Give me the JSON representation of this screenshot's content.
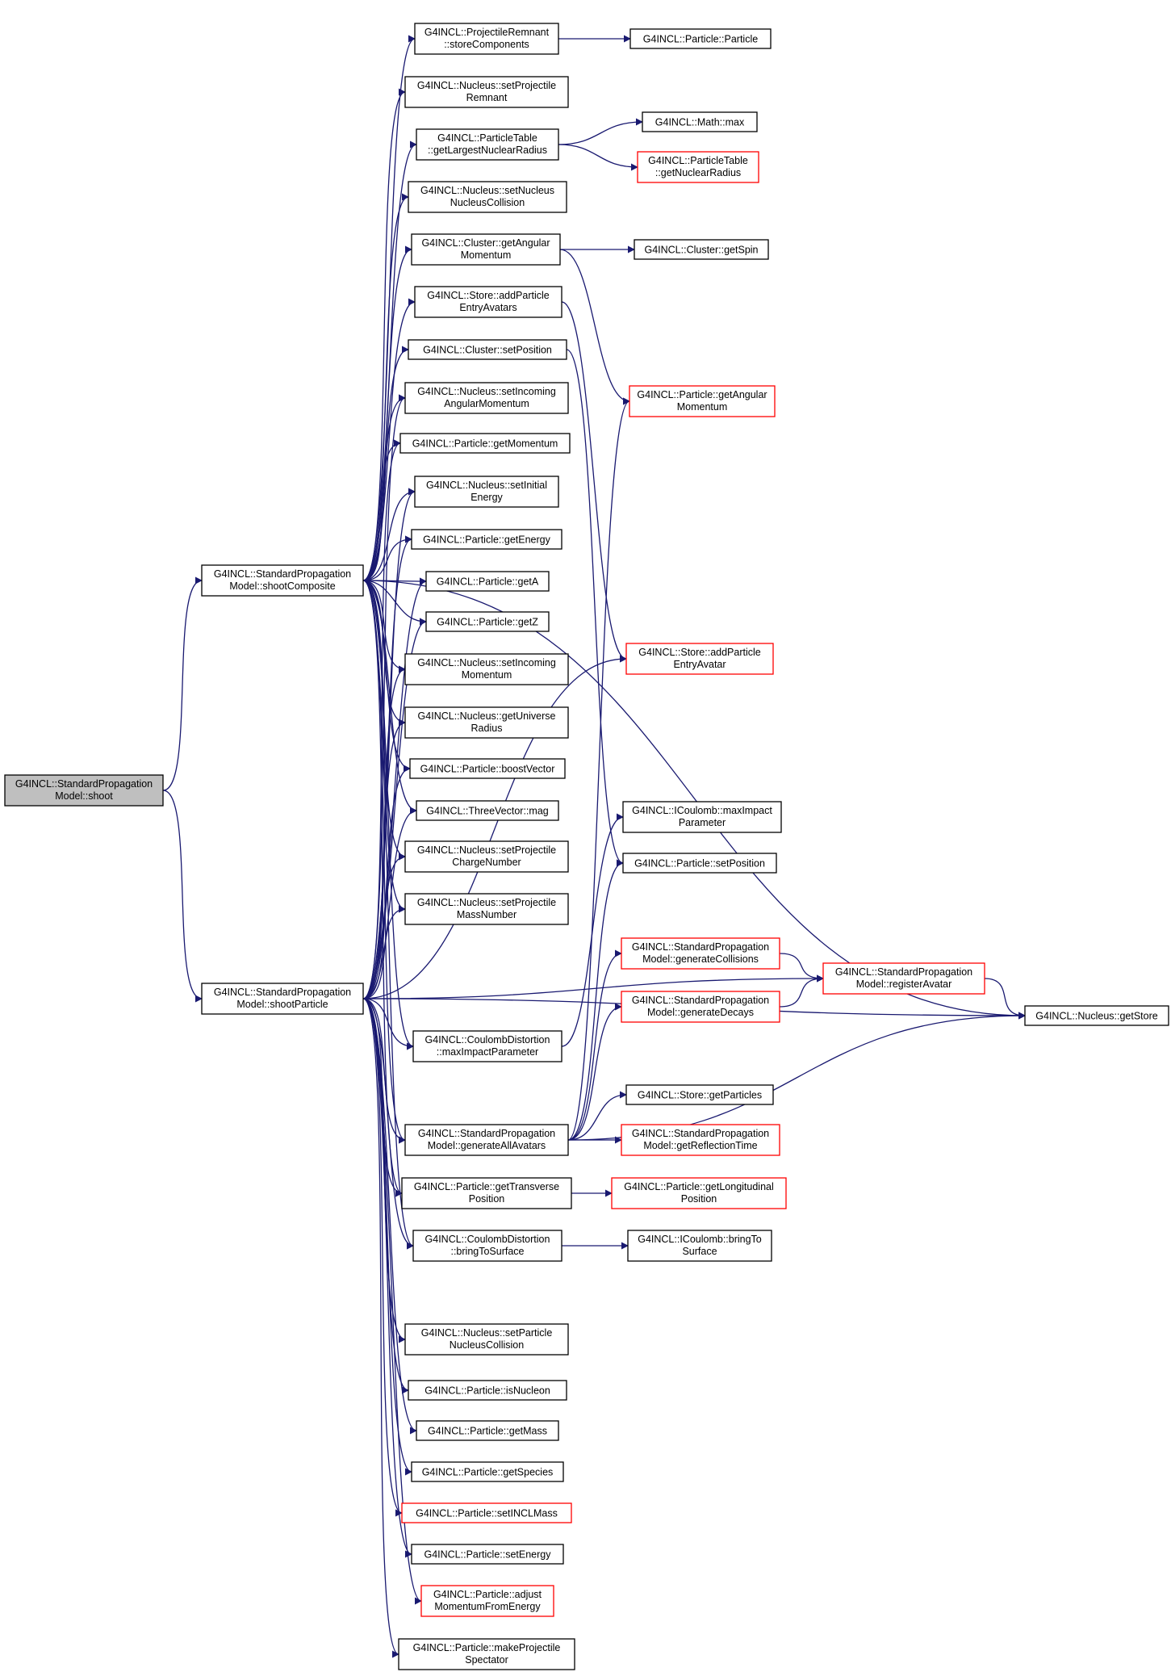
{
  "nodes": {
    "shoot": {
      "line1": "G4INCL::StandardPropagation",
      "line2": "Model::shoot"
    },
    "shootComposite": {
      "line1": "G4INCL::StandardPropagation",
      "line2": "Model::shootComposite"
    },
    "shootParticle": {
      "line1": "G4INCL::StandardPropagation",
      "line2": "Model::shootParticle"
    },
    "storeComponents": {
      "line1": "G4INCL::ProjectileRemnant",
      "line2": "::storeComponents"
    },
    "particleCtor": {
      "line1": "G4INCL::Particle::Particle"
    },
    "setProjectileRemnant": {
      "line1": "G4INCL::Nucleus::setProjectile",
      "line2": "Remnant"
    },
    "getLargestNuclearRadius": {
      "line1": "G4INCL::ParticleTable",
      "line2": "::getLargestNuclearRadius"
    },
    "mathMax": {
      "line1": "G4INCL::Math::max"
    },
    "getNuclearRadius": {
      "line1": "G4INCL::ParticleTable",
      "line2": "::getNuclearRadius"
    },
    "setNucleusNucleusCollision": {
      "line1": "G4INCL::Nucleus::setNucleus",
      "line2": "NucleusCollision"
    },
    "clusterGetAngularMomentum": {
      "line1": "G4INCL::Cluster::getAngular",
      "line2": "Momentum"
    },
    "clusterGetSpin": {
      "line1": "G4INCL::Cluster::getSpin"
    },
    "addParticleEntryAvatars": {
      "line1": "G4INCL::Store::addParticle",
      "line2": "EntryAvatars"
    },
    "clusterSetPosition": {
      "line1": "G4INCL::Cluster::setPosition"
    },
    "particleGetAngularMomentum": {
      "line1": "G4INCL::Particle::getAngular",
      "line2": "Momentum"
    },
    "setIncomingAngularMomentum": {
      "line1": "G4INCL::Nucleus::setIncoming",
      "line2": "AngularMomentum"
    },
    "getMomentum": {
      "line1": "G4INCL::Particle::getMomentum"
    },
    "setInitialEnergy": {
      "line1": "G4INCL::Nucleus::setInitial",
      "line2": "Energy"
    },
    "getEnergy": {
      "line1": "G4INCL::Particle::getEnergy"
    },
    "getA": {
      "line1": "G4INCL::Particle::getA"
    },
    "getZ": {
      "line1": "G4INCL::Particle::getZ"
    },
    "addParticleEntryAvatar": {
      "line1": "G4INCL::Store::addParticle",
      "line2": "EntryAvatar"
    },
    "setIncomingMomentum": {
      "line1": "G4INCL::Nucleus::setIncoming",
      "line2": "Momentum"
    },
    "getUniverseRadius": {
      "line1": "G4INCL::Nucleus::getUniverse",
      "line2": "Radius"
    },
    "boostVector": {
      "line1": "G4INCL::Particle::boostVector"
    },
    "threeVectorMag": {
      "line1": "G4INCL::ThreeVector::mag"
    },
    "iCoulombMaxImpactParameter": {
      "line1": "G4INCL::ICoulomb::maxImpact",
      "line2": "Parameter"
    },
    "setProjectileChargeNumber": {
      "line1": "G4INCL::Nucleus::setProjectile",
      "line2": "ChargeNumber"
    },
    "particleSetPosition": {
      "line1": "G4INCL::Particle::setPosition"
    },
    "setProjectileMassNumber": {
      "line1": "G4INCL::Nucleus::setProjectile",
      "line2": "MassNumber"
    },
    "generateCollisions": {
      "line1": "G4INCL::StandardPropagation",
      "line2": "Model::generateCollisions"
    },
    "registerAvatar": {
      "line1": "G4INCL::StandardPropagation",
      "line2": "Model::registerAvatar"
    },
    "generateDecays": {
      "line1": "G4INCL::StandardPropagation",
      "line2": "Model::generateDecays"
    },
    "getStore": {
      "line1": "G4INCL::Nucleus::getStore"
    },
    "coulombMaxImpactParameter": {
      "line1": "G4INCL::CoulombDistortion",
      "line2": "::maxImpactParameter"
    },
    "storeGetParticles": {
      "line1": "G4INCL::Store::getParticles"
    },
    "generateAllAvatars": {
      "line1": "G4INCL::StandardPropagation",
      "line2": "Model::generateAllAvatars"
    },
    "getReflectionTime": {
      "line1": "G4INCL::StandardPropagation",
      "line2": "Model::getReflectionTime"
    },
    "getTransversePosition": {
      "line1": "G4INCL::Particle::getTransverse",
      "line2": "Position"
    },
    "getLongitudinalPosition": {
      "line1": "G4INCL::Particle::getLongitudinal",
      "line2": "Position"
    },
    "bringToSurface": {
      "line1": "G4INCL::CoulombDistortion",
      "line2": "::bringToSurface"
    },
    "iCoulombBringToSurface": {
      "line1": "G4INCL::ICoulomb::bringTo",
      "line2": "Surface"
    },
    "setParticleNucleusCollision": {
      "line1": "G4INCL::Nucleus::setParticle",
      "line2": "NucleusCollision"
    },
    "isNucleon": {
      "line1": "G4INCL::Particle::isNucleon"
    },
    "getMass": {
      "line1": "G4INCL::Particle::getMass"
    },
    "getSpecies": {
      "line1": "G4INCL::Particle::getSpecies"
    },
    "setINCLMass": {
      "line1": "G4INCL::Particle::setINCLMass"
    },
    "setEnergy": {
      "line1": "G4INCL::Particle::setEnergy"
    },
    "adjustMomentumFromEnergy": {
      "line1": "G4INCL::Particle::adjust",
      "line2": "MomentumFromEnergy"
    },
    "makeProjectileSpectator": {
      "line1": "G4INCL::Particle::makeProjectile",
      "line2": "Spectator"
    }
  },
  "colors": {
    "edge": "#191970",
    "root_fill": "#bfbfbf",
    "missing_border": "#ff0000",
    "node_border": "#000000"
  }
}
